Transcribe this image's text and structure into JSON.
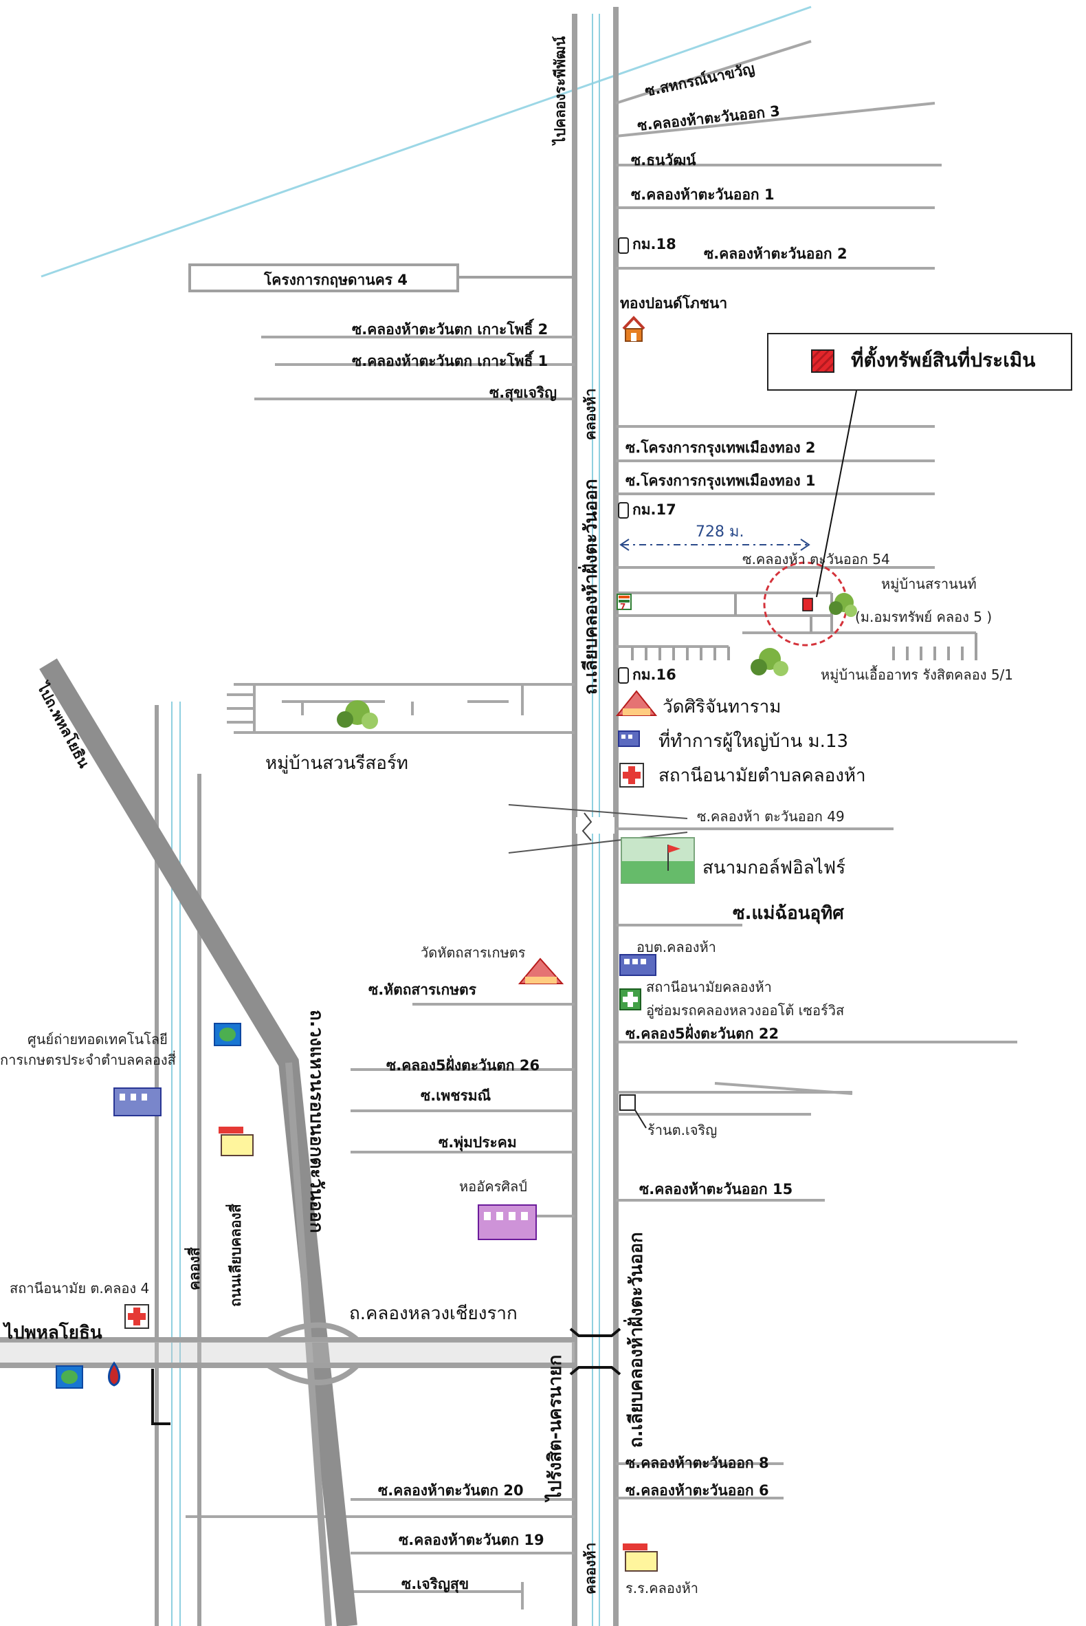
{
  "legend": {
    "label": "ที่ตั้งทรัพย์สินที่ประเมิน",
    "swatch_color": "#e3262b"
  },
  "distance": "728 ม.",
  "main_roads": {
    "to_khlong_phra_phimon": "ไปคลองระพีพัฒน์",
    "east_bank_road_north": "ถ.เลียบคลองห้าฝั่งตะวันออก",
    "canal_5_north": "คลองห้า",
    "east_bank_road_south": "ถ.เลียบคลองห้าฝั่งตะวันออก",
    "canal_5_south": "คลองห้า",
    "to_rangsit_nakhon_nayok": "ไปรังสิต-นครนายก",
    "ring_road": "ถ.วงแหวนรอบนอกตะวันออก",
    "khlong_luang_road": "ถ.คลองหลวงเชียงราก",
    "to_phahonyothin_left": "ไปพหลโยธิน",
    "to_phahonyothin_diag": "ไปถ.พหลโยธิน",
    "canal_4": "คลองสี่",
    "canal_4_road": "ถนนเลียบคลองสี่"
  },
  "east_sois": {
    "s1": "ซ.สหกรณ์นาขวัญ",
    "s2": "ซ.คลองห้าตะวันออก 3",
    "s3": "ซ.ธนวัฒน์",
    "s4": "ซ.คลองห้าตะวันออก 1",
    "s5": "ซ.คลองห้าตะวันออก 2",
    "s6": "ซ.โครงการกรุงเทพเมืองทอง 2",
    "s7": "ซ.โครงการกรุงเทพเมืองทอง 1",
    "s8": "ซ.คลองห้า ตะวันออก 54",
    "s9": "ซ.คลองห้า ตะวันออก 49",
    "s10": "ซ.แม่ฉ้อนอุทิศ",
    "s11": "ซ.คลอง5ฝั่งตะวันตก 22",
    "s12": "ซ.คลองห้าตะวันออก 15",
    "s13": "ซ.คลองห้าตะวันออก 8",
    "s14": "ซ.คลองห้าตะวันออก 6"
  },
  "west_sois": {
    "w1": "ซ.คลองห้าตะวันตก เกาะโพธิ์ 2",
    "w2": "ซ.คลองห้าตะวันตก เกาะโพธิ์ 1",
    "w3": "ซ.สุขเจริญ",
    "w4": "ซ.หัตถสารเกษตร",
    "w5": "ซ.คลอง5ฝั่งตะวันตก 26",
    "w6": "ซ.เพชรมณี",
    "w7": "ซ.พุ่มประคม",
    "w8": "ซ.คลองห้าตะวันตก 20",
    "w9": "ซ.คลองห้าตะวันตก 19",
    "w10": "ซ.เจริญสุข"
  },
  "places": {
    "kritsada": "โครงการกฤษดานคร 4",
    "thongpon": "ทองปอนด์โภชนา",
    "km18": "กม.18",
    "km17": "กม.17",
    "km16": "กม.16",
    "saran_village": "หมู่บ้านสรานนท์",
    "saran_village_sub": "(ม.อมรทรัพย์ คลอง 5 )",
    "ua_village": "หมู่บ้านเอื้ออาทร รังสิตคลอง 5/1",
    "wat_sri": "วัดศิริจันทาราม",
    "village_head": "ที่ทำการผู้ใหญ่บ้าน ม.13",
    "health_station": "สถานีอนามัยตำบลคลองห้า",
    "suan_village": "หมู่บ้านสวนรีสอร์ท",
    "golf": "สนามกอล์ฟอิลไฟร์",
    "wat_hattha": "วัดหัตถสารเกษตร",
    "obt": "อบต.คลองห้า",
    "health2": "สถานีอนามัยคลองห้า",
    "garage": "อู่ซ่อมรถคลองหลวงออโต้ เซอร์วิส",
    "shop": "ร้านต.เจริญ",
    "tech_center_1": "ศูนย์ถ่ายทอดเทคโนโลยี",
    "tech_center_2": "การเกษตรประจำตำบลคลองสี่",
    "ho_art": "หออัครศิลป์",
    "health4": "สถานีอนามัย ต.คลอง 4",
    "school": "ร.ร.คลองห้า"
  }
}
